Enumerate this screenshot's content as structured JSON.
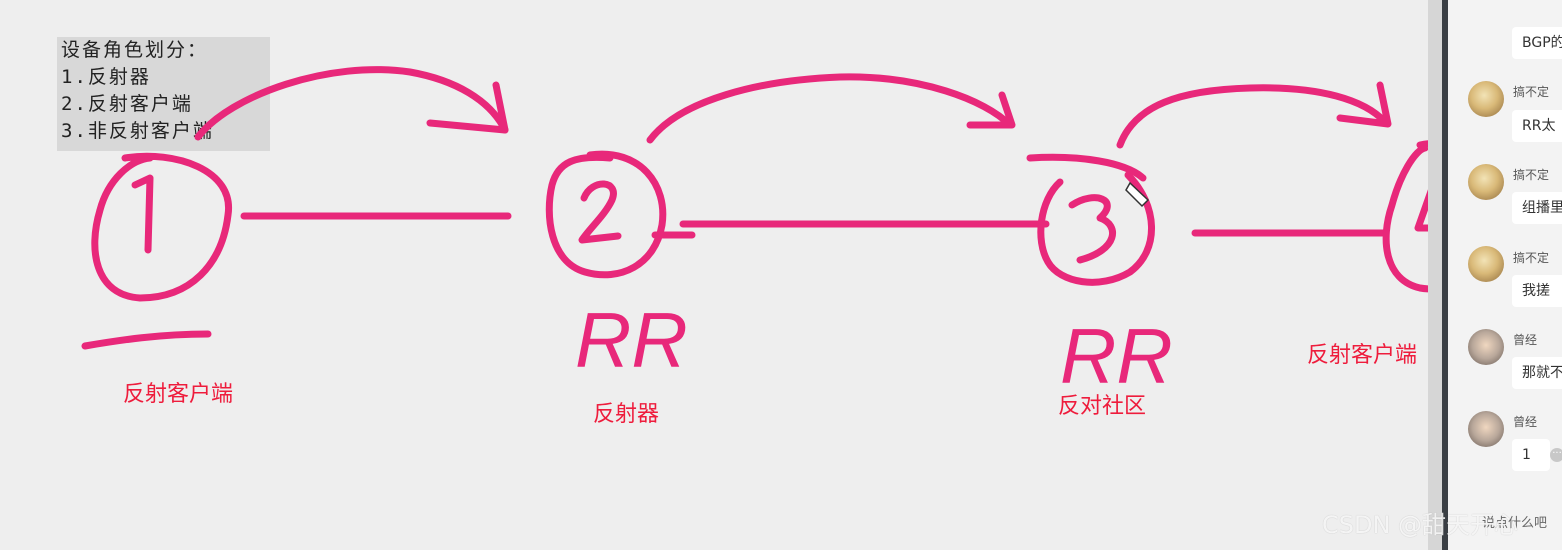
{
  "notes": {
    "title": "设备角色划分：",
    "items": [
      "1.反射器",
      "2.反射客户端",
      "3.非反射客户端"
    ]
  },
  "diagram": {
    "rr_label_2": "RR",
    "rr_label_3": "RR",
    "labels": {
      "node1": "反射客户端",
      "node2": "反射器",
      "node3": "反对社区",
      "node4": "反射客户端"
    }
  },
  "chat": {
    "messages": [
      {
        "name": "",
        "text": "BGP的"
      },
      {
        "name": "搞不定",
        "text": "RR太"
      },
      {
        "name": "搞不定",
        "text": "组播里"
      },
      {
        "name": "搞不定",
        "text": "我搓"
      },
      {
        "name": "曾经",
        "text": "那就不"
      },
      {
        "name": "曾经",
        "text": "1"
      }
    ],
    "input_hint": "说点什么吧"
  },
  "watermark": "CSDN @甜天开心",
  "colors": {
    "ink": "#e8287a",
    "label": "#ee1c3c"
  }
}
